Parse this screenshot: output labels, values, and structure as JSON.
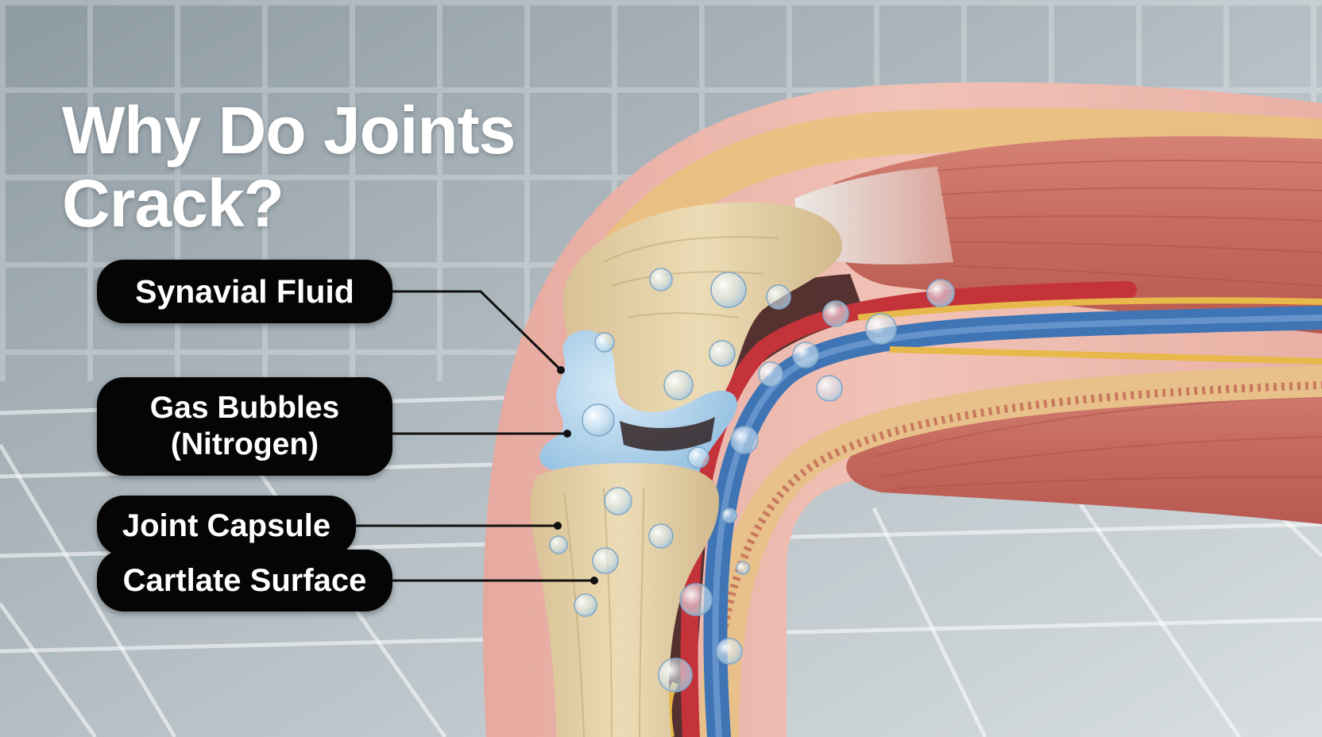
{
  "title": {
    "line1": "Why Do Joints",
    "line2": "Crack?"
  },
  "labels": {
    "synovial_fluid": "Synavial Fluid",
    "gas_bubbles_line1": "Gas Bubbles",
    "gas_bubbles_line2": "(Nitrogen)",
    "joint_capsule": "Joint Capsule",
    "cartilage_surface": "Cartlate Surface"
  },
  "colors": {
    "label_background": "#050505",
    "label_text": "#ffffff",
    "title_text": "#ffffff",
    "bone": "#e6d2a8",
    "synovial_fluid": "#a9cfe9",
    "muscle": "#c86e62",
    "vein": "#3f74b5",
    "artery": "#c4333a",
    "nerve": "#e7b84a"
  }
}
